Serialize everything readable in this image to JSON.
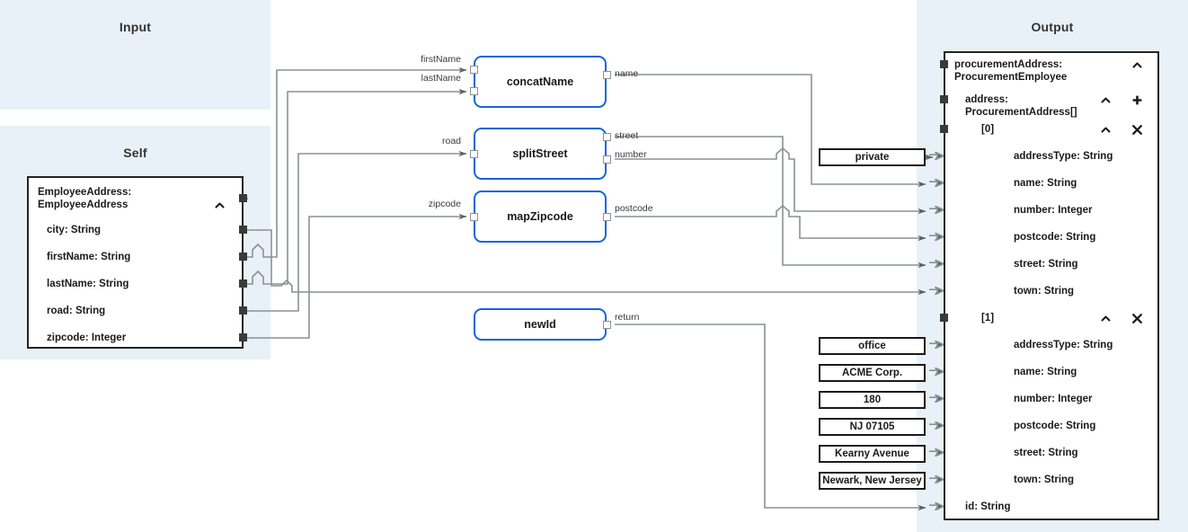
{
  "zones": [
    {
      "name": "input",
      "title": "Input"
    },
    {
      "name": "self",
      "title": "Self"
    },
    {
      "name": "output",
      "title": "Output"
    }
  ],
  "self_object": {
    "header": "EmployeeAddress:\nEmployeeAddress",
    "collapse_icon": "chevron-up-icon",
    "fields": [
      {
        "label": "city: String"
      },
      {
        "label": "firstName: String"
      },
      {
        "label": "lastName: String"
      },
      {
        "label": "road: String"
      },
      {
        "label": "zipcode: Integer"
      }
    ]
  },
  "functions": [
    {
      "name": "concatName",
      "inputs": [
        "firstName",
        "lastName"
      ],
      "outputs": [
        "name"
      ]
    },
    {
      "name": "splitStreet",
      "inputs": [
        "road"
      ],
      "outputs": [
        "street",
        "number"
      ]
    },
    {
      "name": "mapZipcode",
      "inputs": [
        "zipcode"
      ],
      "outputs": [
        "postcode"
      ]
    },
    {
      "name": "newId",
      "inputs": [],
      "outputs": [
        "return"
      ]
    }
  ],
  "constants": [
    {
      "value": "private"
    },
    {
      "value": "office"
    },
    {
      "value": "ACME Corp."
    },
    {
      "value": "180"
    },
    {
      "value": "NJ 07105"
    },
    {
      "value": "Kearny Avenue"
    },
    {
      "value": "Newark, New Jersey"
    }
  ],
  "output_object": {
    "rows": [
      {
        "label": "procurementAddress:\nProcurementEmployee",
        "indent": 0,
        "icons": [
          "chevron-up-icon"
        ],
        "port": "square"
      },
      {
        "label": "address:\nProcurementAddress[]",
        "indent": 1,
        "icons": [
          "chevron-up-icon",
          "plus-icon"
        ],
        "port": "square"
      },
      {
        "label": "[0]",
        "indent": 2,
        "icons": [
          "chevron-up-icon",
          "close-icon"
        ],
        "port": "square"
      },
      {
        "label": "addressType: String",
        "indent": 3,
        "icons": [],
        "port": "arrow"
      },
      {
        "label": "name: String",
        "indent": 3,
        "icons": [],
        "port": "arrow"
      },
      {
        "label": "number: Integer",
        "indent": 3,
        "icons": [],
        "port": "arrow"
      },
      {
        "label": "postcode: String",
        "indent": 3,
        "icons": [],
        "port": "arrow"
      },
      {
        "label": "street: String",
        "indent": 3,
        "icons": [],
        "port": "arrow"
      },
      {
        "label": "town: String",
        "indent": 3,
        "icons": [],
        "port": "arrow"
      },
      {
        "label": "[1]",
        "indent": 2,
        "icons": [
          "chevron-up-icon",
          "close-icon"
        ],
        "port": "square"
      },
      {
        "label": "addressType: String",
        "indent": 3,
        "icons": [],
        "port": "arrow"
      },
      {
        "label": "name: String",
        "indent": 3,
        "icons": [],
        "port": "arrow"
      },
      {
        "label": "number: Integer",
        "indent": 3,
        "icons": [],
        "port": "arrow"
      },
      {
        "label": "postcode: String",
        "indent": 3,
        "icons": [],
        "port": "arrow"
      },
      {
        "label": "street: String",
        "indent": 3,
        "icons": [],
        "port": "arrow"
      },
      {
        "label": "town: String",
        "indent": 3,
        "icons": [],
        "port": "arrow"
      },
      {
        "label": "id: String",
        "indent": 1,
        "icons": [],
        "port": "arrow"
      }
    ]
  },
  "colors": {
    "zone_bg": "#e8f1f8",
    "function_border": "#1565d8",
    "object_border": "#232323",
    "wire": "#8c9194",
    "text": "#1a1a1a"
  }
}
